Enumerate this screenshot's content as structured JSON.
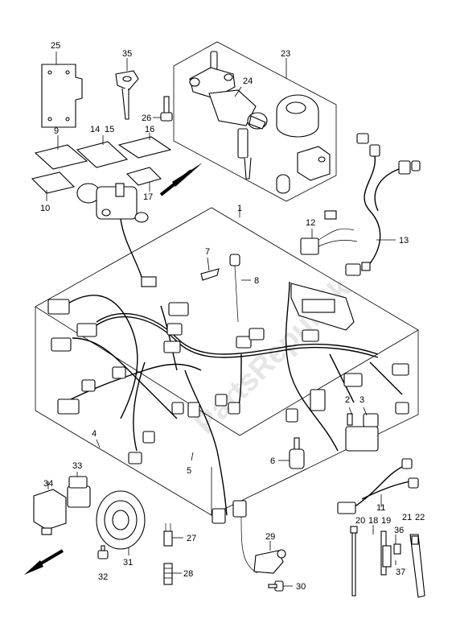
{
  "watermark": "PartsRepublik",
  "callouts": [
    {
      "id": "c1",
      "text": "1"
    },
    {
      "id": "c2",
      "text": "2"
    },
    {
      "id": "c3",
      "text": "3"
    },
    {
      "id": "c4",
      "text": "4"
    },
    {
      "id": "c5",
      "text": "5"
    },
    {
      "id": "c6",
      "text": "6"
    },
    {
      "id": "c7",
      "text": "7"
    },
    {
      "id": "c8",
      "text": "8"
    },
    {
      "id": "c9",
      "text": "9"
    },
    {
      "id": "c10",
      "text": "10"
    },
    {
      "id": "c11",
      "text": "11"
    },
    {
      "id": "c12",
      "text": "12"
    },
    {
      "id": "c13",
      "text": "13"
    },
    {
      "id": "c14",
      "text": "14"
    },
    {
      "id": "c15",
      "text": "15"
    },
    {
      "id": "c16",
      "text": "16"
    },
    {
      "id": "c17",
      "text": "17"
    },
    {
      "id": "c18",
      "text": "18"
    },
    {
      "id": "c19",
      "text": "19"
    },
    {
      "id": "c20",
      "text": "20"
    },
    {
      "id": "c21",
      "text": "21"
    },
    {
      "id": "c22",
      "text": "22"
    },
    {
      "id": "c23",
      "text": "23"
    },
    {
      "id": "c24",
      "text": "24"
    },
    {
      "id": "c25",
      "text": "25"
    },
    {
      "id": "c26",
      "text": "26"
    },
    {
      "id": "c27",
      "text": "27"
    },
    {
      "id": "c28",
      "text": "28"
    },
    {
      "id": "c29",
      "text": "29"
    },
    {
      "id": "c30",
      "text": "30"
    },
    {
      "id": "c31",
      "text": "31"
    },
    {
      "id": "c32",
      "text": "32"
    },
    {
      "id": "c33",
      "text": "33"
    },
    {
      "id": "c34",
      "text": "34"
    },
    {
      "id": "c35",
      "text": "35"
    },
    {
      "id": "c36",
      "text": "36"
    },
    {
      "id": "c37",
      "text": "37"
    }
  ]
}
